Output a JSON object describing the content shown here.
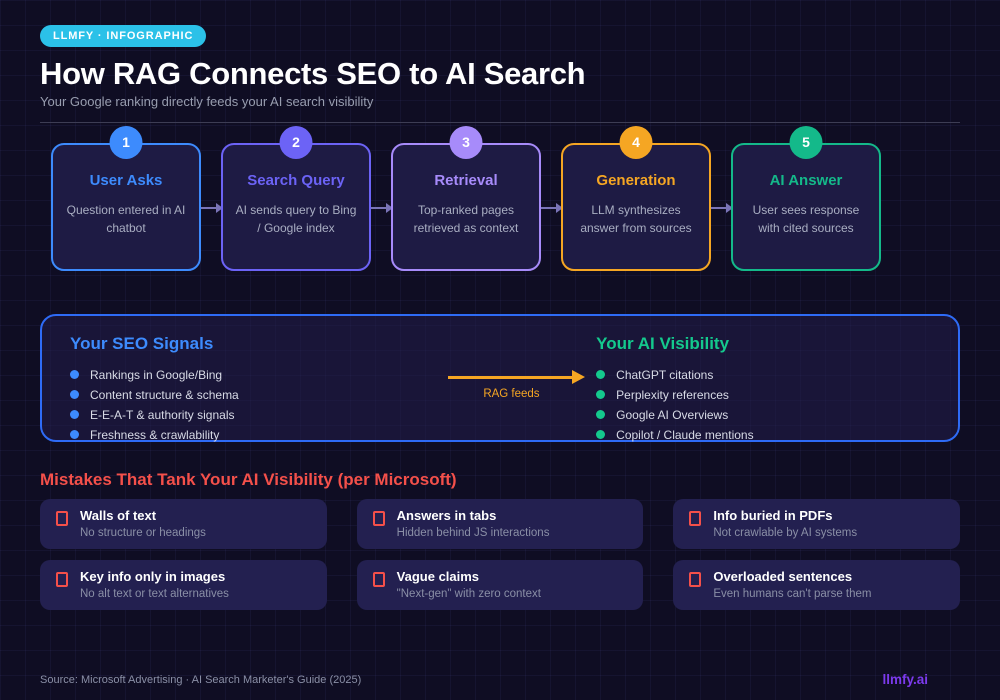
{
  "badge": {
    "label": "LLMFY · INFOGRAPHIC",
    "bg_color": "#2bc1e8"
  },
  "header": {
    "title": "How RAG Connects SEO to AI Search",
    "subtitle": "Your Google ranking directly feeds your AI search visibility"
  },
  "steps": [
    {
      "num": "1",
      "title": "User Asks",
      "desc": "Question entered in AI chatbot",
      "color": "#3d8bfd"
    },
    {
      "num": "2",
      "title": "Search Query",
      "desc": "AI sends query to Bing / Google index",
      "color": "#6c63f6"
    },
    {
      "num": "3",
      "title": "Retrieval",
      "desc": "Top-ranked pages retrieved as context",
      "color": "#a78bfa"
    },
    {
      "num": "4",
      "title": "Generation",
      "desc": "LLM synthesizes answer from sources",
      "color": "#f5a623"
    },
    {
      "num": "5",
      "title": "AI Answer",
      "desc": "User sees response with cited sources",
      "color": "#14b98a"
    }
  ],
  "flow_panel": {
    "border_color": "#2e6bf6",
    "left": {
      "title": "Your SEO Signals",
      "color": "#3d8bfd",
      "items": [
        "Rankings in Google/Bing",
        "Content structure & schema",
        "E-E-A-T & authority signals",
        "Freshness & crawlability"
      ]
    },
    "arrow": {
      "label": "RAG feeds",
      "color": "#f5a623"
    },
    "right": {
      "title": "Your AI Visibility",
      "color": "#14c98d",
      "items": [
        "ChatGPT citations",
        "Perplexity references",
        "Google AI Overviews",
        "Copilot / Claude mentions"
      ]
    }
  },
  "mistakes": {
    "title": "Mistakes That Tank Your AI Visibility (per Microsoft)",
    "color": "#f4504a",
    "cards": [
      {
        "title": "Walls of text",
        "desc": "No structure or headings"
      },
      {
        "title": "Answers in tabs",
        "desc": "Hidden behind JS interactions"
      },
      {
        "title": "Info buried in PDFs",
        "desc": "Not crawlable by AI systems"
      },
      {
        "title": "Key info only in images",
        "desc": "No alt text or text alternatives"
      },
      {
        "title": "Vague claims",
        "desc": "\"Next-gen\" with zero context"
      },
      {
        "title": "Overloaded sentences",
        "desc": "Even humans can't parse them"
      }
    ]
  },
  "footer": {
    "source": "Source: Microsoft Advertising · AI Search Marketer's Guide (2025)",
    "brand": "llmfy.ai",
    "brand_color": "#7c3aed"
  }
}
